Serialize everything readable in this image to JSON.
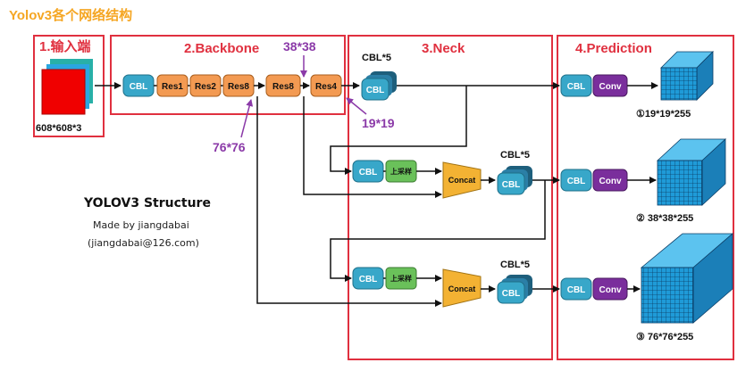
{
  "page": {
    "title": "Yolov3各个网络结构"
  },
  "sections": {
    "input": "1.输入端",
    "backbone": "2.Backbone",
    "neck": "3.Neck",
    "prediction": "4.Prediction"
  },
  "input_size": "608*608*3",
  "backbone_blocks": [
    "CBL",
    "Res1",
    "Res2",
    "Res8",
    "Res8",
    "Res4"
  ],
  "feature_sizes": {
    "small": "19*19",
    "medium": "38*38",
    "large": "76*76"
  },
  "neck": {
    "cbl5": "CBL*5",
    "cbl": "CBL",
    "upsample": "上采样",
    "concat": "Concat"
  },
  "prediction": {
    "cbl": "CBL",
    "conv": "Conv",
    "outputs": [
      "①19*19*255",
      "② 38*38*255",
      "③ 76*76*255"
    ]
  },
  "info": {
    "title": "YOLOV3 Structure",
    "author": "Made by jiangdabai",
    "email": "(jiangdabai@126.com)"
  },
  "colors": {
    "cbl": "#38a7c9",
    "res": "#f39a52",
    "upsample": "#6ac15a",
    "concat": "#f3b233",
    "conv": "#7a2e9c",
    "frame": "#e0303f",
    "purple_text": "#8b3aa8",
    "cube": "#1f9bd8"
  }
}
